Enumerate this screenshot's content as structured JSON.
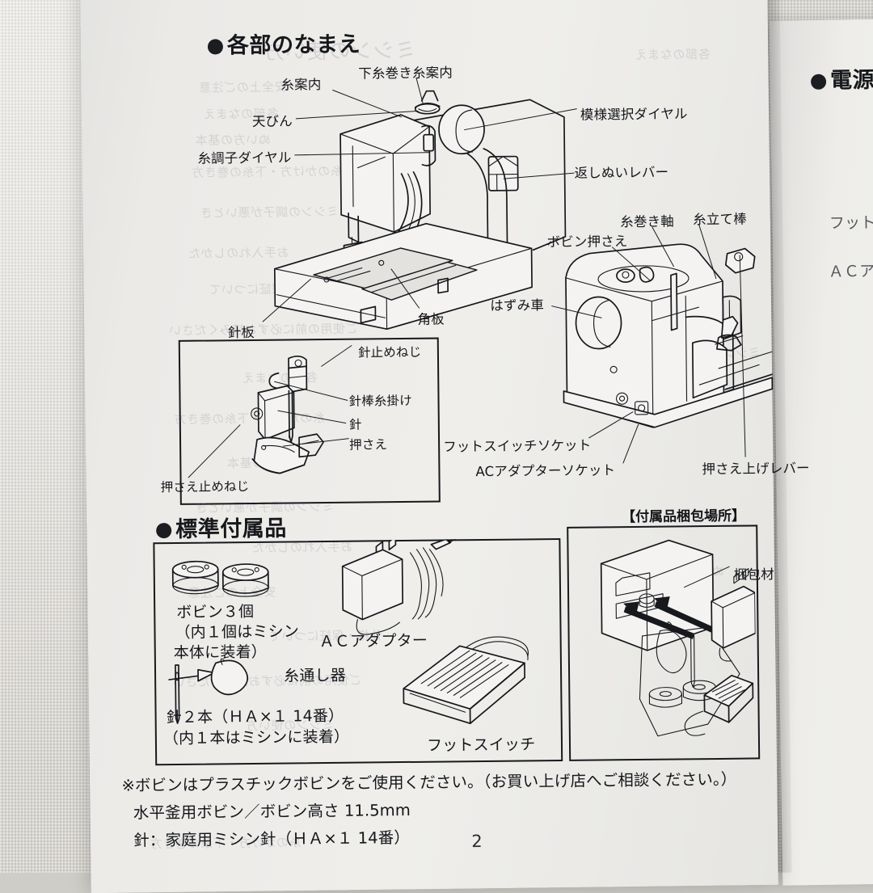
{
  "document": {
    "type": "sewing-machine-instruction-manual",
    "page_number": "2",
    "language": "ja"
  },
  "left_page": {
    "section1": {
      "heading": "各部のなまえ",
      "labels": {
        "thread_guide": "糸案内",
        "bobbin_winding_thread_guide": "下糸巻き糸案内",
        "take_up_lever": "天びん",
        "tension_dial": "糸調子ダイヤル",
        "pattern_dial": "模様選択ダイヤル",
        "reverse_lever": "返しぬいレバー",
        "needle_plate": "針板",
        "square_plate": "角板",
        "bobbin_presser": "ボビン押さえ",
        "bobbin_winder_shaft": "糸巻き軸",
        "spool_pin": "糸立て棒",
        "handwheel": "はずみ車",
        "foot_switch_socket": "フットスイッチソケット",
        "ac_adapter_socket": "ACアダプターソケット",
        "presser_foot_lifter": "押さえ上げレバー"
      },
      "detail_box": {
        "needle_clamp_screw": "針止めねじ",
        "needle_bar_thread_hook": "針棒糸掛け",
        "needle": "針",
        "presser_foot": "押さえ",
        "presser_foot_screw": "押さえ止めねじ"
      }
    },
    "section2": {
      "heading": "標準付属品",
      "items": {
        "bobbin_line1": "ボビン３個",
        "bobbin_line2": "（内１個はミシン",
        "bobbin_line3": "本体に装着）",
        "ac_adapter": "ＡＣアダプター",
        "threader": "糸通し器",
        "needle_line1": "針２本（ＨＡ×１ 14番）",
        "needle_line2": "（内１本はミシンに装着）",
        "foot_switch": "フットスイッチ"
      },
      "packing_box": {
        "title": "【付属品梱包場所】",
        "packing_material": "梱包材"
      }
    },
    "footnotes": [
      "※ボビンはプラスチックボビンをご使用ください。（お買い上げ店へご相談ください。）",
      "水平釜用ボビン／ボビン高さ 11.5mm",
      "針：家庭用ミシン針（ＨＡ×１ 14番）"
    ]
  },
  "right_page": {
    "heading": "電源",
    "partial_labels": [
      "フット",
      "ＡＣア"
    ]
  },
  "ghost_text": {
    "lines": [
      "ミシンの使い方",
      "安全上のご注意",
      "各部のなまえ",
      "ぬい方の基本",
      "糸のかけ方・下糸の巻き方",
      "ミシンの調子が悪いとき",
      "お手入れのしかた",
      "仕様・保証について",
      "ご使用の前に必ずお読みください"
    ]
  },
  "colors": {
    "ink": "#16181c",
    "paper": "#efeeeb",
    "backdrop": "#d6d3cd"
  }
}
